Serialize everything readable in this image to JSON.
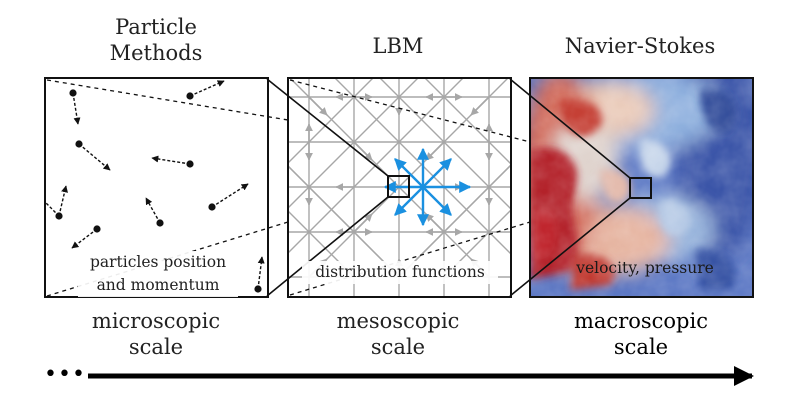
{
  "titles": {
    "left": [
      "Particle",
      "Methods"
    ],
    "middle": "LBM",
    "right": "Navier-Stokes"
  },
  "panel_labels": {
    "left": [
      "particles position",
      "and momentum"
    ],
    "middle": "distribution functions",
    "right": "velocity, pressure"
  },
  "scales": {
    "left": [
      "microscopic",
      "scale"
    ],
    "middle": [
      "mesoscopic",
      "scale"
    ],
    "right": [
      "macroscopic",
      "scale"
    ]
  },
  "arrow_prefix": "•••",
  "colors": {
    "grid": "#a7a7a7",
    "lbm_vectors": "#1a90e0",
    "particles": "#111111",
    "field_high": "#b3202a",
    "field_low": "#3b55a8"
  }
}
